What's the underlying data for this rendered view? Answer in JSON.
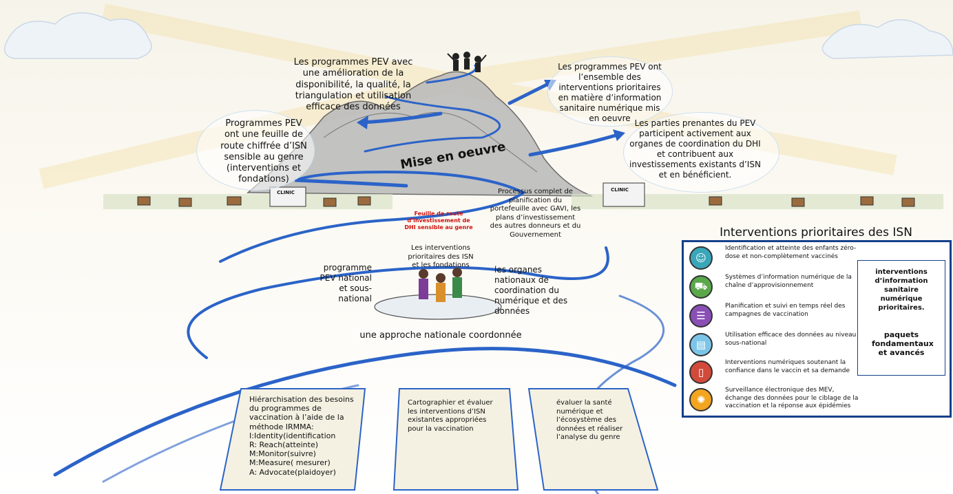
{
  "summit_left_text": "Les programmes PEV avec une amélioration de la disponibilité, la qualité, la triangulation et utilisation efficace des données",
  "left_bubble_text": "Programmes PEV ont une feuille de route chiffrée d’ISN sensible au genre (interventions et fondations)",
  "top_right_text": "Les programmes PEV ont l’ensemble des interventions prioritaires en matière d’information sanitaire numérique mis en oeuvre",
  "right_bubble_text": "Les parties prenantes du PEV participent activement aux organes de coordination du DHI et  contribuent aux investissements existants d’ISN et en bénéficient.",
  "mise_en_oeuvre": "Mise en oeuvre",
  "processus_text": "Processus complet de planification du portefeuille avec GAVI, les plans d’investissement des autres donneurs et du Gouvernement",
  "feuille_route_red": "Feuille de route d’investissement de DHI sensible au genre",
  "interventions_fondations": "Les interventions prioritaires des ISN et les fondations",
  "programme_pev_text": "programme PEV national et sous-national",
  "organes_text": "les organes nationaux de coordination du numérique et des données",
  "approche_text": "une approche nationale coordonnée",
  "bottom_box_1": "Hiérarchisation des besoins du programmes de vaccination à l’aide de la méthode IRMMA:\nI:Identity(identification\nR: Reach(atteinte)\nM:Monitor(suivre)\nM:Measure( mesurer)\nA: Advocate(plaidoyer)",
  "bottom_box_2": "Cartographier et évaluer les interventions d’ISN existantes appropriées pour la vaccination",
  "bottom_box_3": "évaluer la santé numérique et l’écosystème des données et réaliser l’analyse du genre",
  "clinic_label": "CLINIC",
  "panel": {
    "title": "Interventions prioritaires des ISN",
    "items": [
      {
        "text": "Identification et atteinte des enfants zéro-dose et non-complètement vaccinés",
        "color": "#3aa6b9",
        "icon": "child-icon",
        "glyph": "☺"
      },
      {
        "text": "Systèmes d’information numérique de la chaîne d’approvisionnement",
        "color": "#5aa84a",
        "icon": "truck-icon",
        "glyph": "⛟"
      },
      {
        "text": "Planification et suivi en temps réel des campagnes de vaccination",
        "color": "#8a4fb5",
        "icon": "clipboard-icon",
        "glyph": "☰"
      },
      {
        "text": "Utilisation efficace des données au niveau sous-national",
        "color": "#7cc5e8",
        "icon": "monitor-icon",
        "glyph": "▤"
      },
      {
        "text": "Interventions numériques soutenant la confiance dans le vaccin et sa demande",
        "color": "#d24a3a",
        "icon": "phone-icon",
        "glyph": "▯"
      },
      {
        "text": "Surveillance électronique des MEV, échange des données pour le ciblage de la vaccination et la réponse aux épidémies",
        "color": "#f2a51f",
        "icon": "virus-icon",
        "glyph": "✺"
      }
    ],
    "box_text_1": "interventions d’information sanitaire numérique prioritaires.",
    "box_text_2": "paquets fondamentaux et avancés"
  }
}
